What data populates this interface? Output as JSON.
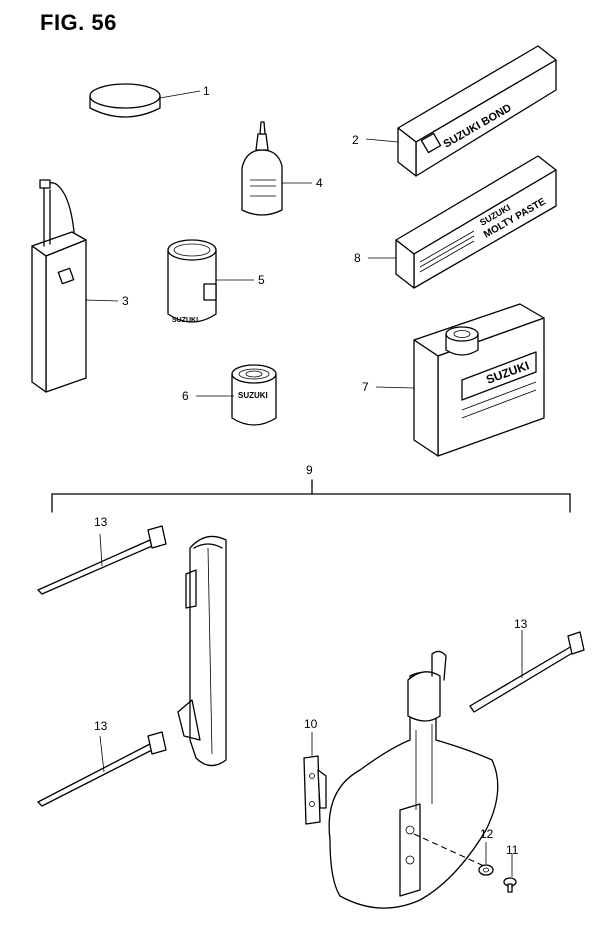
{
  "figure": {
    "title": "FIG. 56"
  },
  "callouts": {
    "c1": "1",
    "c2": "2",
    "c3": "3",
    "c4": "4",
    "c5": "5",
    "c6": "6",
    "c7": "7",
    "c8": "8",
    "c9": "9",
    "c10": "10",
    "c11": "11",
    "c12": "12",
    "c13a": "13",
    "c13b": "13",
    "c13c": "13"
  },
  "labels": {
    "bond": "SUZUKI BOND",
    "molty_brand": "SUZUKI",
    "molty_name": "MOLTY PASTE",
    "can_brand": "SUZUKI",
    "tin_brand": "SUZUKI",
    "jar_brand": "SUZUKI"
  }
}
